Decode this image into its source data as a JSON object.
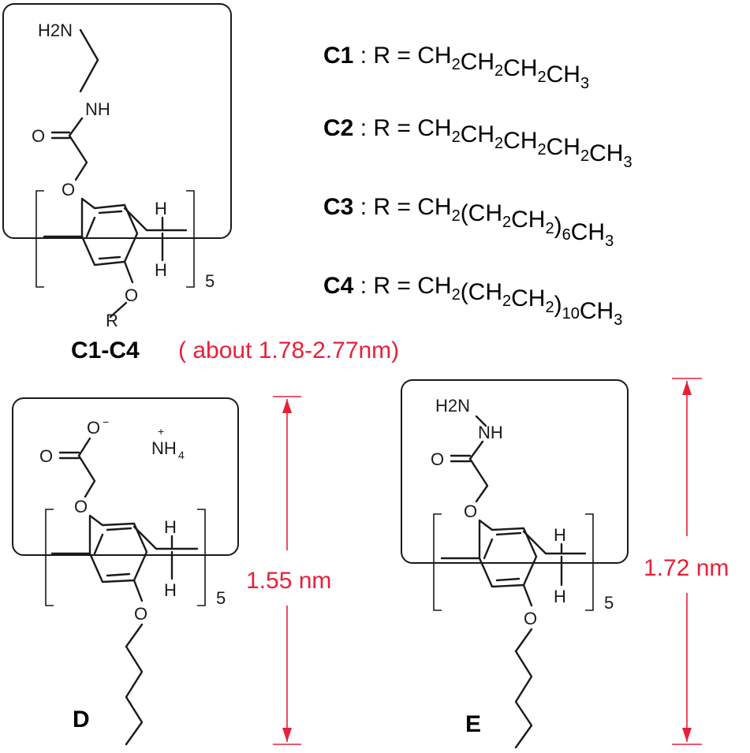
{
  "formulas": [
    {
      "label": "C1",
      "sep": " : R = ",
      "parts": [
        [
          "CH",
          "2"
        ],
        [
          "CH",
          "2"
        ],
        [
          "CH",
          "2"
        ],
        [
          "CH",
          "3"
        ]
      ]
    },
    {
      "label": "C2",
      "sep": " : R = ",
      "parts": [
        [
          "CH",
          "2"
        ],
        [
          "CH",
          "2"
        ],
        [
          "CH",
          "2"
        ],
        [
          "CH",
          "2"
        ],
        [
          "CH",
          "3"
        ]
      ]
    },
    {
      "label": "C3",
      "sep": " : R = ",
      "parts": [
        [
          "CH",
          "2"
        ],
        [
          "(CH",
          "2"
        ],
        [
          "CH",
          "2"
        ],
        [
          ")",
          "6"
        ],
        [
          "CH",
          "3"
        ]
      ]
    },
    {
      "label": "C4",
      "sep": " : R = ",
      "parts": [
        [
          "CH",
          "2"
        ],
        [
          "(CH",
          "2"
        ],
        [
          "CH",
          "2"
        ],
        [
          ")",
          "10"
        ],
        [
          "CH",
          "3"
        ]
      ]
    }
  ],
  "compound_c": {
    "name": "C1-C4",
    "size_note": "( about 1.78-2.77nm)",
    "atoms": {
      "amine": "H2N",
      "nh": "NH",
      "carbonyl_o": "O",
      "ether_o_top": "O",
      "ether_o_bottom": "O",
      "r": "R",
      "h_top": "H",
      "h_bottom": "H"
    },
    "repeat": "5"
  },
  "compound_d": {
    "name": "D",
    "size": "1.55 nm",
    "atoms": {
      "carbonyl_o": "O",
      "anion_o": "O",
      "charge_minus": "−",
      "ammonium": "NH",
      "ammonium_sub": "4",
      "charge_plus": "+",
      "ether_o_top": "O",
      "ether_o_bottom": "O",
      "h_top": "H",
      "h_bottom": "H"
    },
    "repeat": "5"
  },
  "compound_e": {
    "name": "E",
    "size": "1.72 nm",
    "atoms": {
      "amine": "H2N",
      "nh": "NH",
      "carbonyl_o": "O",
      "ether_o_top": "O",
      "ether_o_bottom": "O",
      "h_top": "H",
      "h_bottom": "H"
    },
    "repeat": "5"
  },
  "colors": {
    "ink": "#1a1a1a",
    "accent": "#e8203a"
  }
}
